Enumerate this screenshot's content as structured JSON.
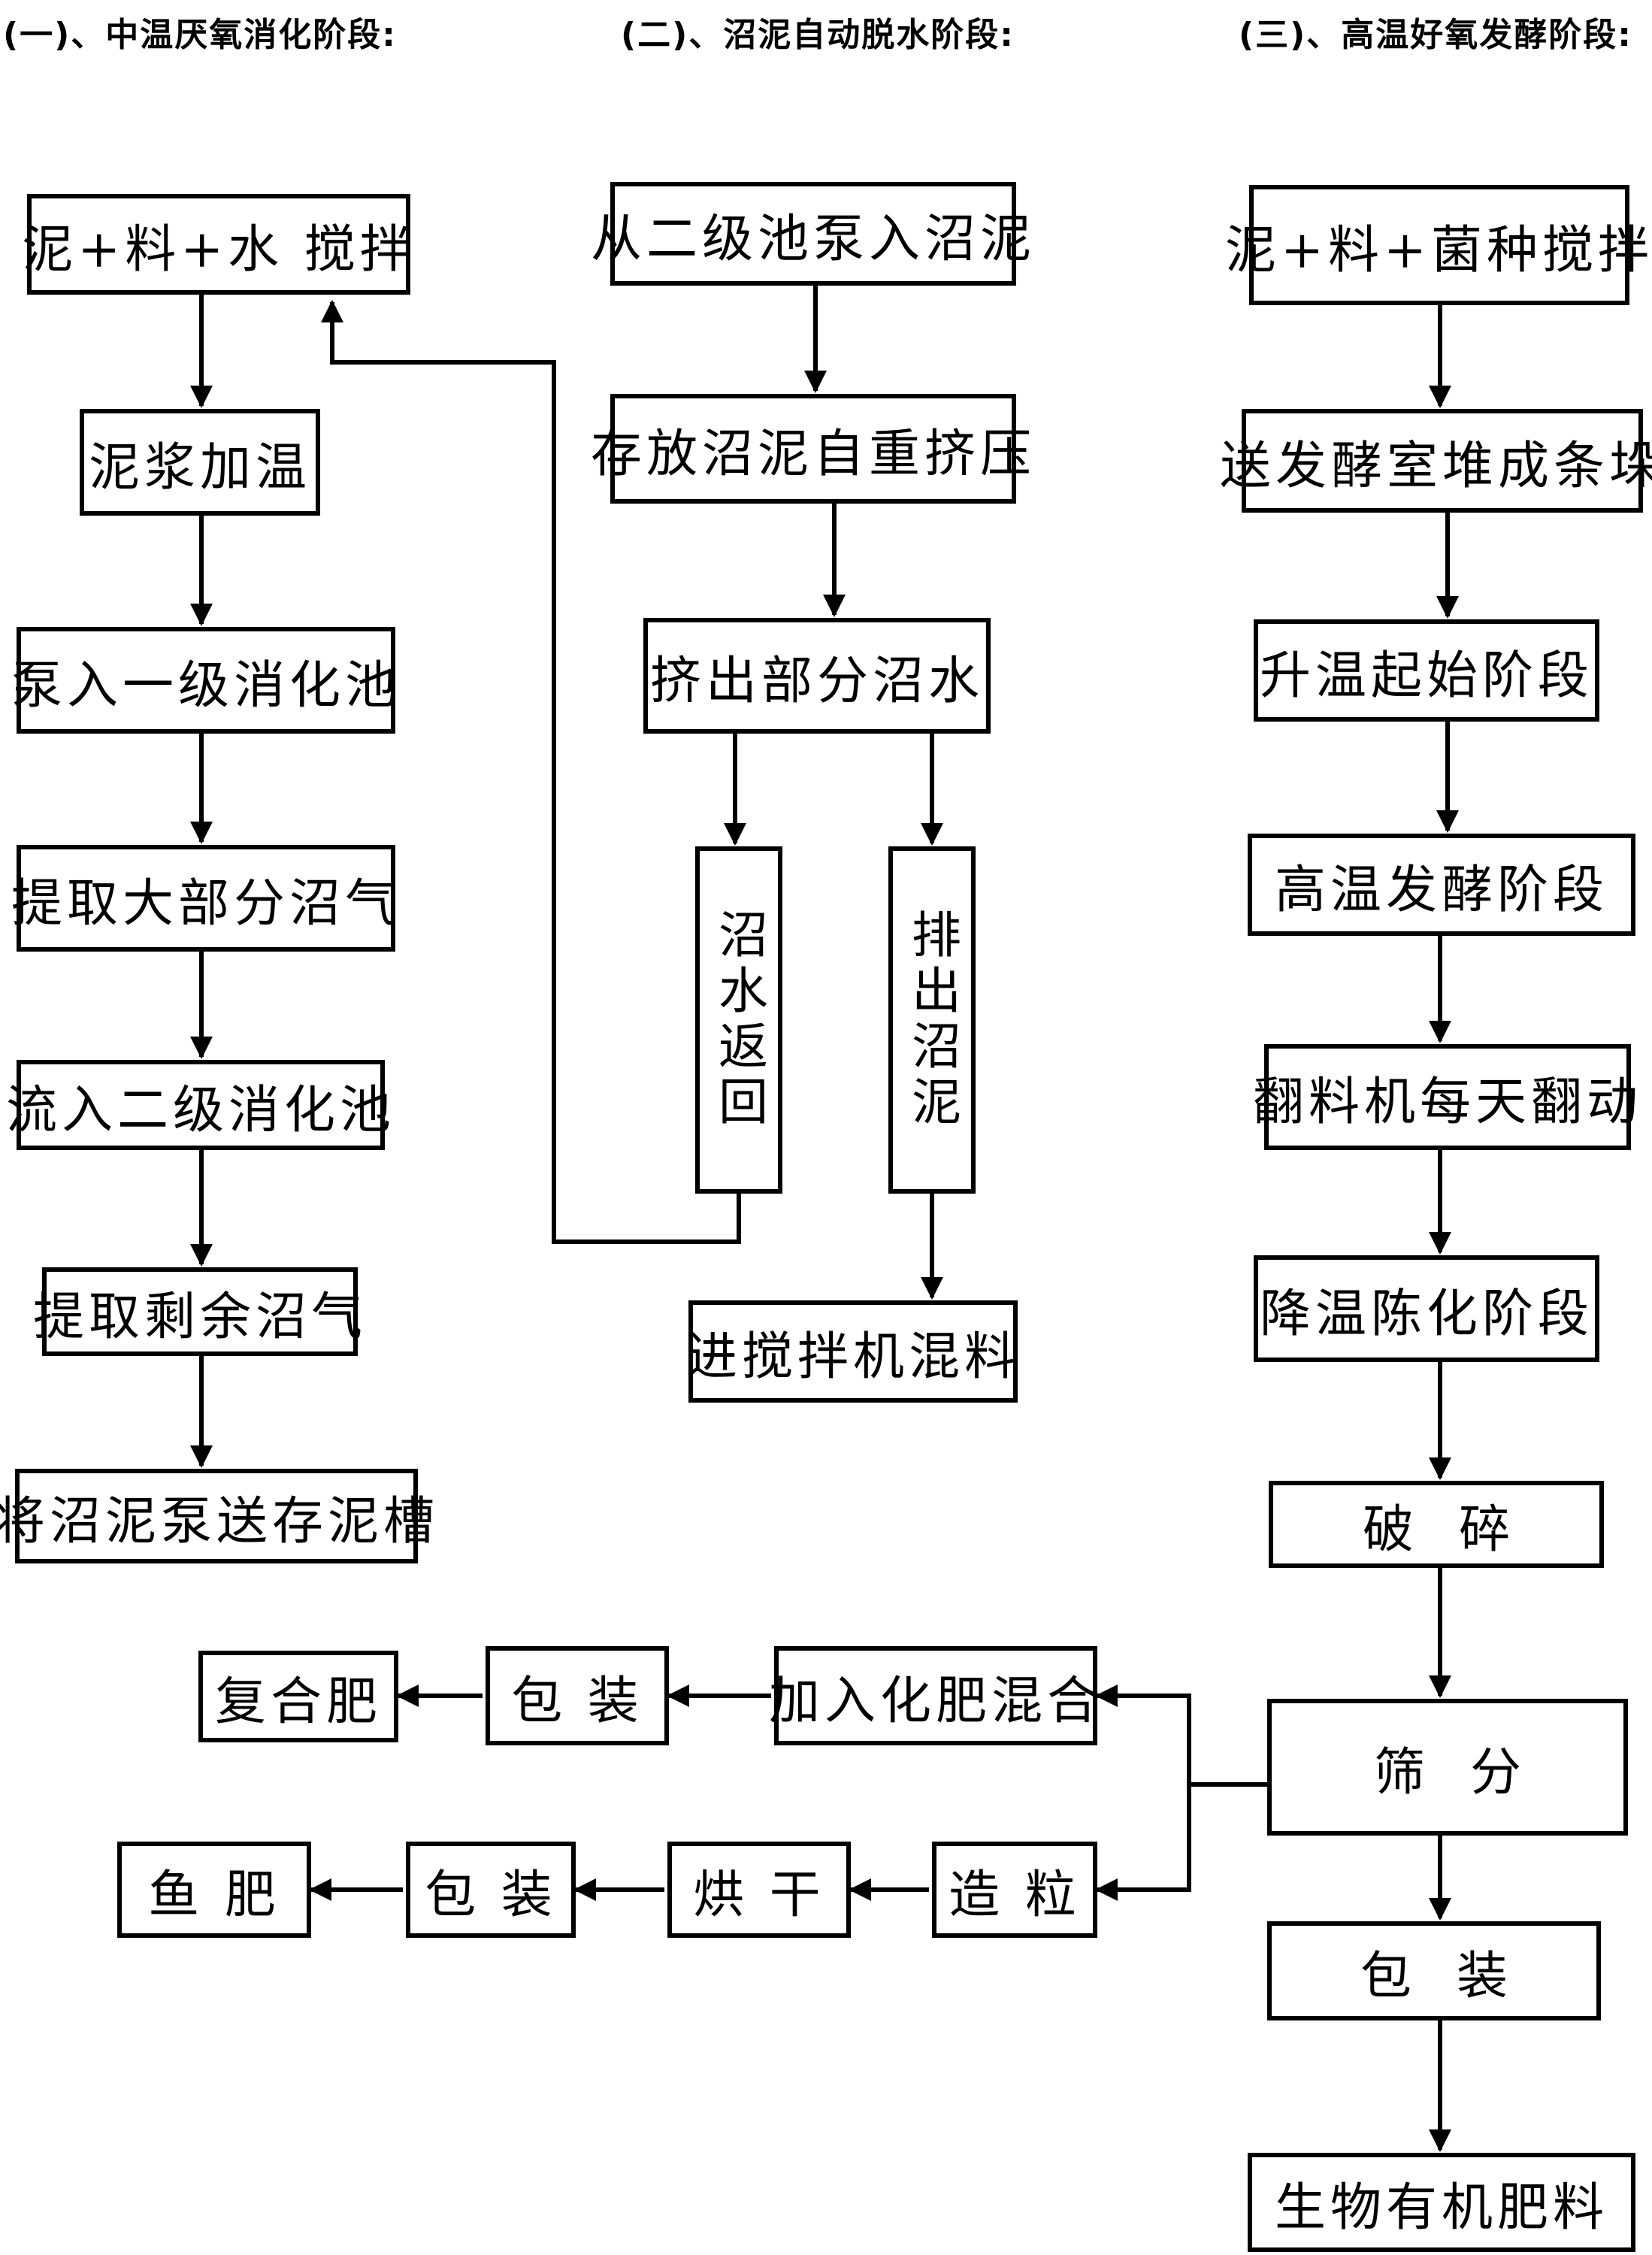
{
  "headings": {
    "col1": "(一)、中温厌氧消化阶段:",
    "col2": "(二)、沼泥自动脱水阶段:",
    "col3": "(三)、高温好氧发酵阶段:"
  },
  "col1": {
    "s1": "泥+料+水  搅拌",
    "s2": "泥浆加温",
    "s3": "泵入一级消化池",
    "s4": "提取大部分沼气",
    "s5": "流入二级消化池",
    "s6": "提取剩余沼气",
    "s7": "将沼泥泵送存泥槽"
  },
  "col2": {
    "s1": "从二级池泵入沼泥",
    "s2": "存放沼泥自重挤压",
    "s3": "挤出部分沼水",
    "s4a": "沼水返回",
    "s4b": "排出沼泥",
    "s5": "进搅拌机混料"
  },
  "col3": {
    "s1": "泥+料+菌种搅拌",
    "s2": "送发酵室堆成条垛",
    "s3": "升温起始阶段",
    "s4": "高温发酵阶段",
    "s5": "翻料机每天翻动",
    "s6": "降温陈化阶段",
    "s7": "破碎",
    "s8": "筛分",
    "s9": "包装",
    "s10": "生物有机肥料"
  },
  "branch1": {
    "mix": "加入化肥混合",
    "pack": "包 装",
    "product": "复合肥"
  },
  "branch2": {
    "granulate": "造 粒",
    "dry": "烘 干",
    "pack": "包 装",
    "product": "鱼 肥"
  }
}
